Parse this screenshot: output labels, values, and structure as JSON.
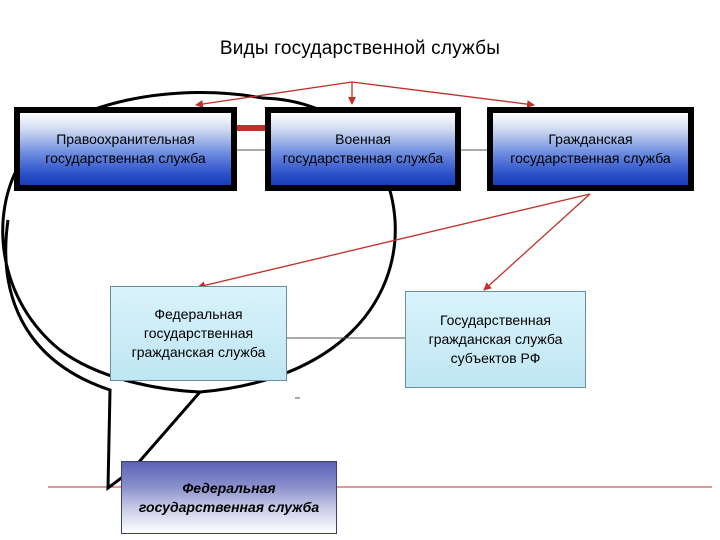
{
  "diagram": {
    "title": "Виды государственной службы",
    "nodes": {
      "law_enforcement": "Правоохранительная государственная служба",
      "military": "Военная государственная служба",
      "civil": "Гражданская государственная служба",
      "federal_civil": "Федеральная государственная гражданская служба",
      "regional_civil": "Государственная гражданская служба субъектов РФ",
      "federal_service": "Федеральная государственная служба"
    },
    "colors": {
      "arrow": "#c0302a",
      "top_box_border": "#000000",
      "mid_box_fill": "#cdeef8",
      "bottom_box_fill": "#8b90cc"
    }
  }
}
